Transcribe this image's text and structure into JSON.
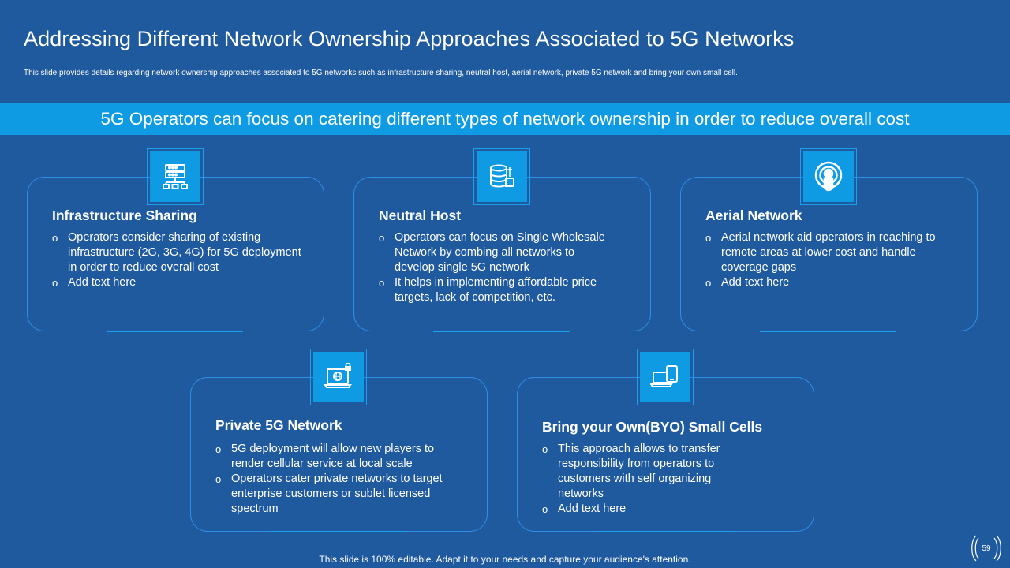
{
  "title": "Addressing Different Network Ownership Approaches Associated to 5G Networks",
  "subtitle": "This slide provides details regarding network ownership approaches associated to 5G networks such as infrastructure sharing, neutral host, aerial network, private 5G network and bring your own small cell.",
  "banner": "5G Operators can focus on catering different types of network ownership in order to reduce overall cost",
  "bullet_glyph": "o",
  "cards": [
    {
      "title": "Infrastructure Sharing",
      "icon": "server-network-icon",
      "bullets": [
        "Operators consider sharing of existing infrastructure  (2G, 3G, 4G) for 5G deployment in order to reduce overall cost",
        "Add text here"
      ]
    },
    {
      "title": "Neutral Host",
      "icon": "database-5g-icon",
      "bullets": [
        "Operators can focus on Single Wholesale Network by combing all networks to develop single 5G network",
        "It helps in implementing affordable price targets, lack of competition, etc."
      ]
    },
    {
      "title": "Aerial Network",
      "icon": "broadcast-signal-icon",
      "bullets": [
        "Aerial network aid operators in reaching to remote areas at lower cost and handle coverage gaps",
        "Add text here"
      ]
    },
    {
      "title": "Private 5G Network",
      "icon": "secure-laptop-icon",
      "bullets": [
        "5G deployment will allow new players to render cellular service at local scale",
        "Operators cater private networks to target enterprise customers or sublet licensed spectrum"
      ]
    },
    {
      "title": "Bring your Own(BYO) Small Cells",
      "icon": "laptop-mobile-icon",
      "bullets": [
        "This approach allows to transfer responsibility from operators to customers with self organizing networks",
        "Add text here"
      ]
    }
  ],
  "footer": "This slide is 100% editable. Adapt it to your needs and capture your audience's attention.",
  "page_number": "59",
  "colors": {
    "background": "#1f5a9e",
    "accent": "#0f9be4",
    "card_border": "#2f8fe6"
  }
}
